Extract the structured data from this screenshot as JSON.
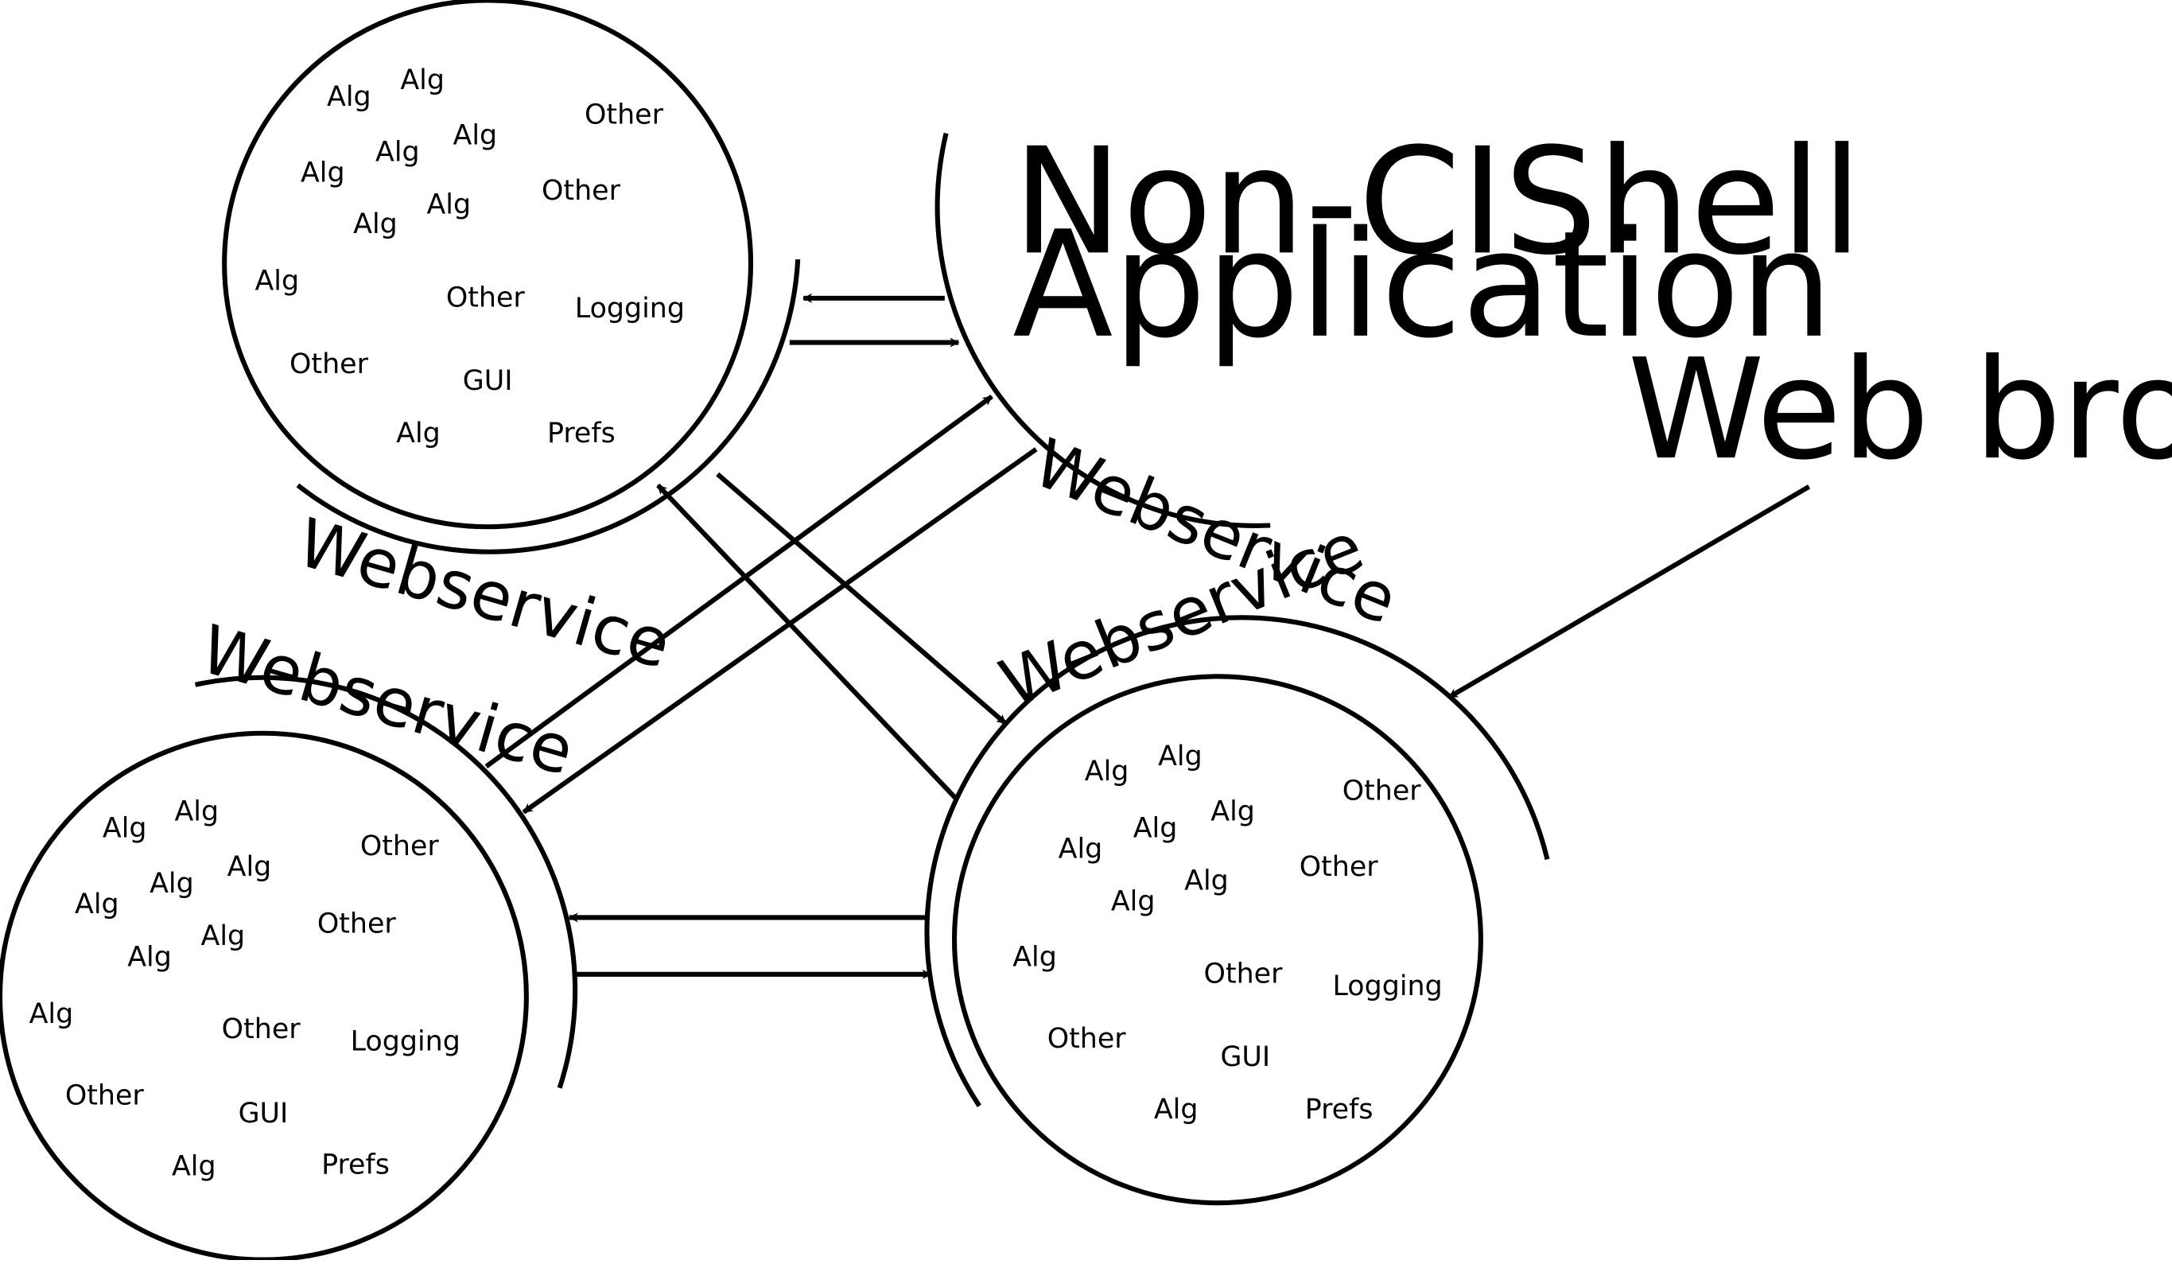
{
  "application": {
    "title_line1": "Non-CIShell",
    "title_line2": "Application"
  },
  "browser": {
    "label": "Web browser"
  },
  "webservice_label": "Webservice",
  "webservice_labels": [
    "Webservice",
    "Webservice",
    "Webservice",
    "Webservice"
  ],
  "shell_nodes": [
    {
      "name": "top",
      "items": [
        "Alg",
        "Alg",
        "Other",
        "Alg",
        "Alg",
        "Alg",
        "Other",
        "Alg",
        "Alg",
        "Alg",
        "Other",
        "Logging",
        "Other",
        "GUI",
        "Alg",
        "Prefs"
      ]
    },
    {
      "name": "bottom-left",
      "items": [
        "Alg",
        "Alg",
        "Other",
        "Alg",
        "Alg",
        "Alg",
        "Other",
        "Alg",
        "Alg",
        "Alg",
        "Other",
        "Logging",
        "Other",
        "GUI",
        "Alg",
        "Prefs"
      ]
    },
    {
      "name": "bottom-right",
      "items": [
        "Alg",
        "Alg",
        "Other",
        "Alg",
        "Alg",
        "Alg",
        "Other",
        "Alg",
        "Alg",
        "Alg",
        "Other",
        "Logging",
        "Other",
        "GUI",
        "Alg",
        "Prefs"
      ]
    }
  ]
}
